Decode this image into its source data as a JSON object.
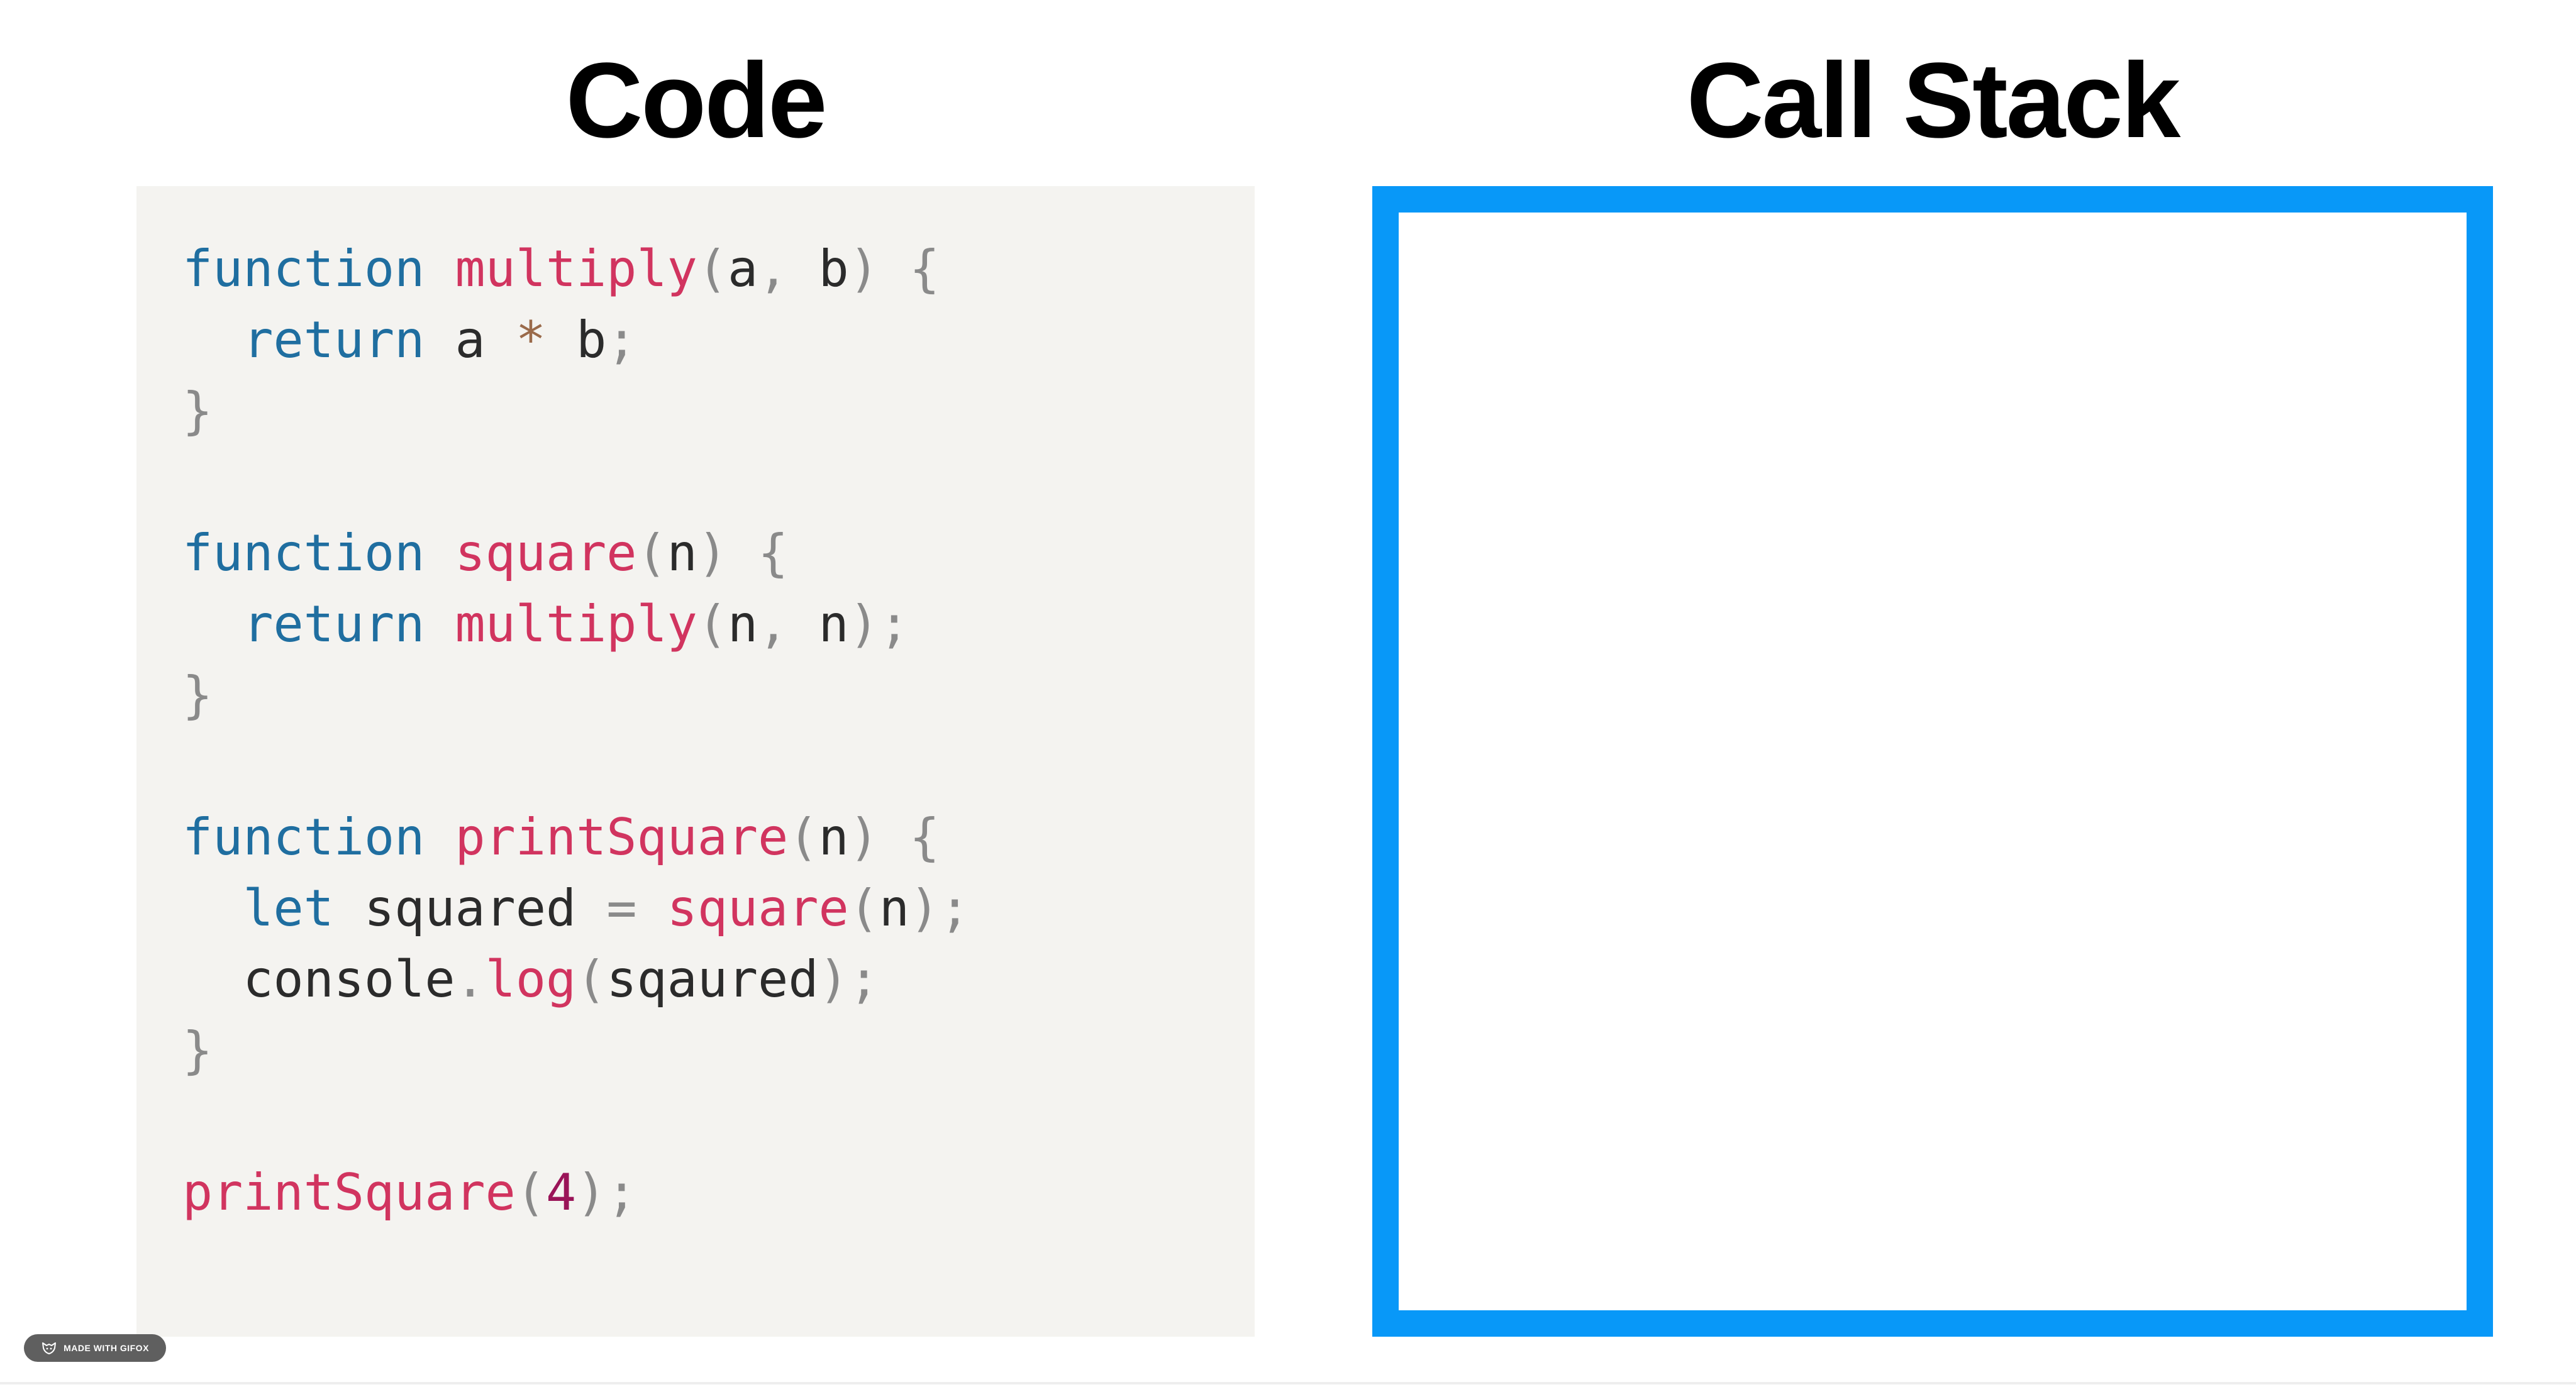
{
  "headings": {
    "code": "Code",
    "call_stack": "Call Stack"
  },
  "code_lines": [
    [
      {
        "t": "function",
        "c": "keyword"
      },
      {
        "t": " "
      },
      {
        "t": "multiply",
        "c": "func"
      },
      {
        "t": "(",
        "c": "punct"
      },
      {
        "t": "a"
      },
      {
        "t": ",",
        "c": "punct"
      },
      {
        "t": " b"
      },
      {
        "t": ")",
        "c": "punct"
      },
      {
        "t": " "
      },
      {
        "t": "{",
        "c": "punct"
      }
    ],
    [
      {
        "t": "  "
      },
      {
        "t": "return",
        "c": "keyword"
      },
      {
        "t": " a "
      },
      {
        "t": "*",
        "c": "op"
      },
      {
        "t": " b"
      },
      {
        "t": ";",
        "c": "punct"
      }
    ],
    [
      {
        "t": "}",
        "c": "punct"
      }
    ],
    [],
    [
      {
        "t": "function",
        "c": "keyword"
      },
      {
        "t": " "
      },
      {
        "t": "square",
        "c": "func"
      },
      {
        "t": "(",
        "c": "punct"
      },
      {
        "t": "n"
      },
      {
        "t": ")",
        "c": "punct"
      },
      {
        "t": " "
      },
      {
        "t": "{",
        "c": "punct"
      }
    ],
    [
      {
        "t": "  "
      },
      {
        "t": "return",
        "c": "keyword"
      },
      {
        "t": " "
      },
      {
        "t": "multiply",
        "c": "func"
      },
      {
        "t": "(",
        "c": "punct"
      },
      {
        "t": "n"
      },
      {
        "t": ",",
        "c": "punct"
      },
      {
        "t": " n"
      },
      {
        "t": ");",
        "c": "punct"
      }
    ],
    [
      {
        "t": "}",
        "c": "punct"
      }
    ],
    [],
    [
      {
        "t": "function",
        "c": "keyword"
      },
      {
        "t": " "
      },
      {
        "t": "printSquare",
        "c": "func"
      },
      {
        "t": "(",
        "c": "punct"
      },
      {
        "t": "n"
      },
      {
        "t": ")",
        "c": "punct"
      },
      {
        "t": " "
      },
      {
        "t": "{",
        "c": "punct"
      }
    ],
    [
      {
        "t": "  "
      },
      {
        "t": "let",
        "c": "keyword"
      },
      {
        "t": " squared "
      },
      {
        "t": "=",
        "c": "punct"
      },
      {
        "t": " "
      },
      {
        "t": "square",
        "c": "func"
      },
      {
        "t": "(",
        "c": "punct"
      },
      {
        "t": "n"
      },
      {
        "t": ");",
        "c": "punct"
      }
    ],
    [
      {
        "t": "  console"
      },
      {
        "t": ".",
        "c": "punct"
      },
      {
        "t": "log",
        "c": "func"
      },
      {
        "t": "(",
        "c": "punct"
      },
      {
        "t": "sqaured"
      },
      {
        "t": ");",
        "c": "punct"
      }
    ],
    [
      {
        "t": "}",
        "c": "punct"
      }
    ],
    [],
    [
      {
        "t": "printSquare",
        "c": "func"
      },
      {
        "t": "(",
        "c": "punct"
      },
      {
        "t": "4",
        "c": "num"
      },
      {
        "t": ");",
        "c": "punct"
      }
    ]
  ],
  "call_stack": {
    "frames": []
  },
  "watermark": {
    "label": "MADE WITH GIFOX",
    "icon": "fox-icon"
  },
  "colors": {
    "keyword": "#1f6ea0",
    "function_name": "#d1345f",
    "punctuation": "#8a8a8a",
    "operator": "#9a6a4a",
    "number": "#9a1458",
    "plain": "#2b2b2b",
    "code_panel_bg": "#f4f3f0",
    "stack_border": "#0898f8"
  }
}
